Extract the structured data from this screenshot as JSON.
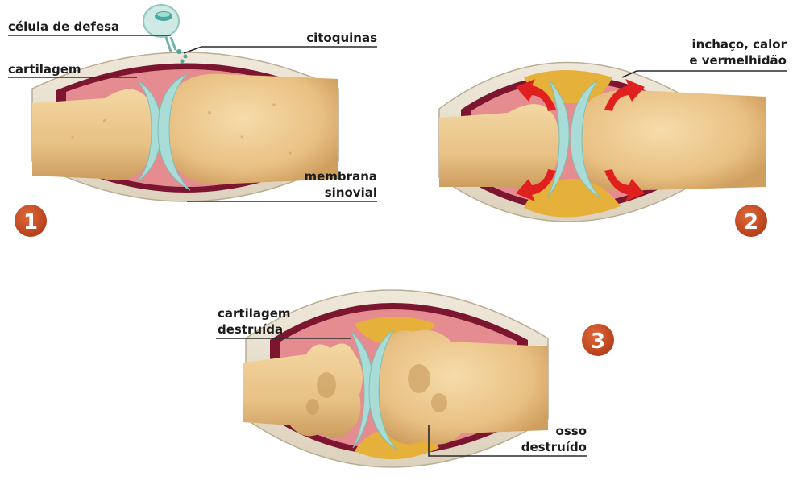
{
  "panel1": {
    "number": "1",
    "label_defense_cell": "célula de defesa",
    "label_cytokines": "citoquinas",
    "label_cartilage": "cartilagem",
    "label_synovial_line1": "membrana",
    "label_synovial_line2": "sinovial"
  },
  "panel2": {
    "number": "2",
    "label_inflammation_line1": "inchaço, calor",
    "label_inflammation_line2": "e vermelhidão"
  },
  "panel3": {
    "number": "3",
    "label_cartilage_line1": "cartilagem",
    "label_cartilage_line2": "destruída",
    "label_bone_line1": "osso",
    "label_bone_line2": "destruído"
  },
  "colors": {
    "capsule": "#ede6d6",
    "capsule_edge": "#b9ad94",
    "membrane": "#7c1630",
    "synovial_space": "#e58c90",
    "bone": "#edc98e",
    "bone_shadow": "#c79a5c",
    "cartilage": "#a9dcd6",
    "fluid": "#e6b13a",
    "arrow": "#e0201f",
    "badge": "#c94a22"
  }
}
